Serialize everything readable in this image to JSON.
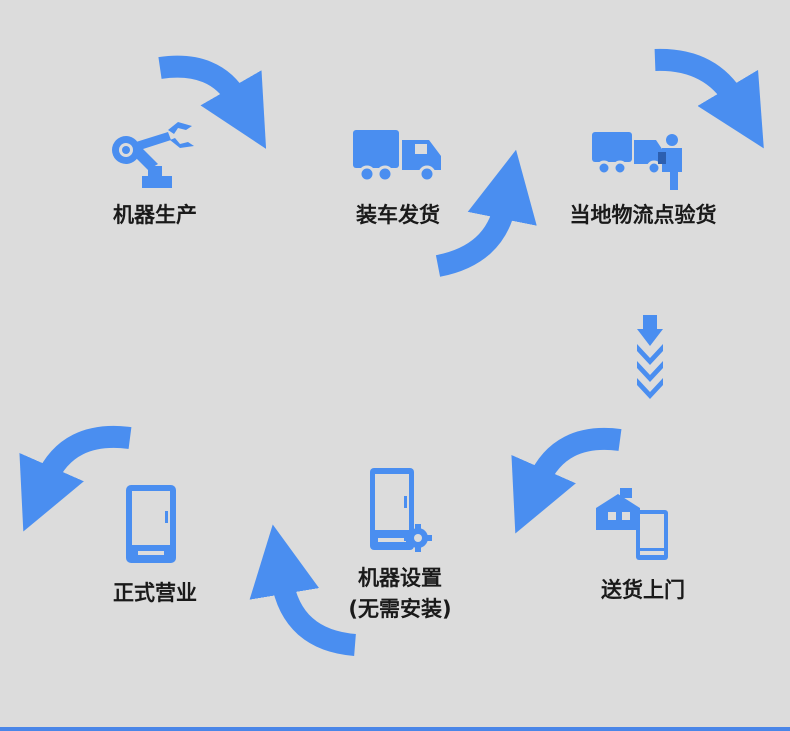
{
  "colors": {
    "accent": "#4a8ef0",
    "background": "#dcdcdc",
    "text": "#1a1a1a"
  },
  "steps": [
    {
      "label": "机器生产",
      "icon": "robot-arm-icon"
    },
    {
      "label": "装车发货",
      "icon": "truck-icon"
    },
    {
      "label": "当地物流点验货",
      "icon": "truck-inspection-icon"
    },
    {
      "label": "送货上门",
      "icon": "home-delivery-icon"
    },
    {
      "label": "机器设置",
      "sublabel": "(无需安装)",
      "icon": "kiosk-settings-icon"
    },
    {
      "label": "正式营业",
      "icon": "kiosk-icon"
    }
  ]
}
